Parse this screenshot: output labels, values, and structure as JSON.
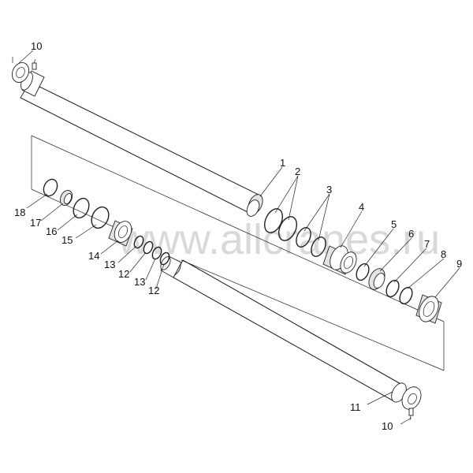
{
  "watermark": "www.allcranes.ru",
  "callouts": [
    {
      "id": "1",
      "text": "1"
    },
    {
      "id": "2",
      "text": "2"
    },
    {
      "id": "3",
      "text": "3"
    },
    {
      "id": "4",
      "text": "4"
    },
    {
      "id": "5",
      "text": "5"
    },
    {
      "id": "6",
      "text": "6"
    },
    {
      "id": "7",
      "text": "7"
    },
    {
      "id": "8",
      "text": "8"
    },
    {
      "id": "9",
      "text": "9"
    },
    {
      "id": "10a",
      "text": "10"
    },
    {
      "id": "10b",
      "text": "10"
    },
    {
      "id": "11",
      "text": "11"
    },
    {
      "id": "12a",
      "text": "12"
    },
    {
      "id": "12b",
      "text": "12"
    },
    {
      "id": "13a",
      "text": "13"
    },
    {
      "id": "13b",
      "text": "13"
    },
    {
      "id": "14",
      "text": "14"
    },
    {
      "id": "15",
      "text": "15"
    },
    {
      "id": "16",
      "text": "16"
    },
    {
      "id": "17",
      "text": "17"
    },
    {
      "id": "18",
      "text": "18"
    }
  ]
}
